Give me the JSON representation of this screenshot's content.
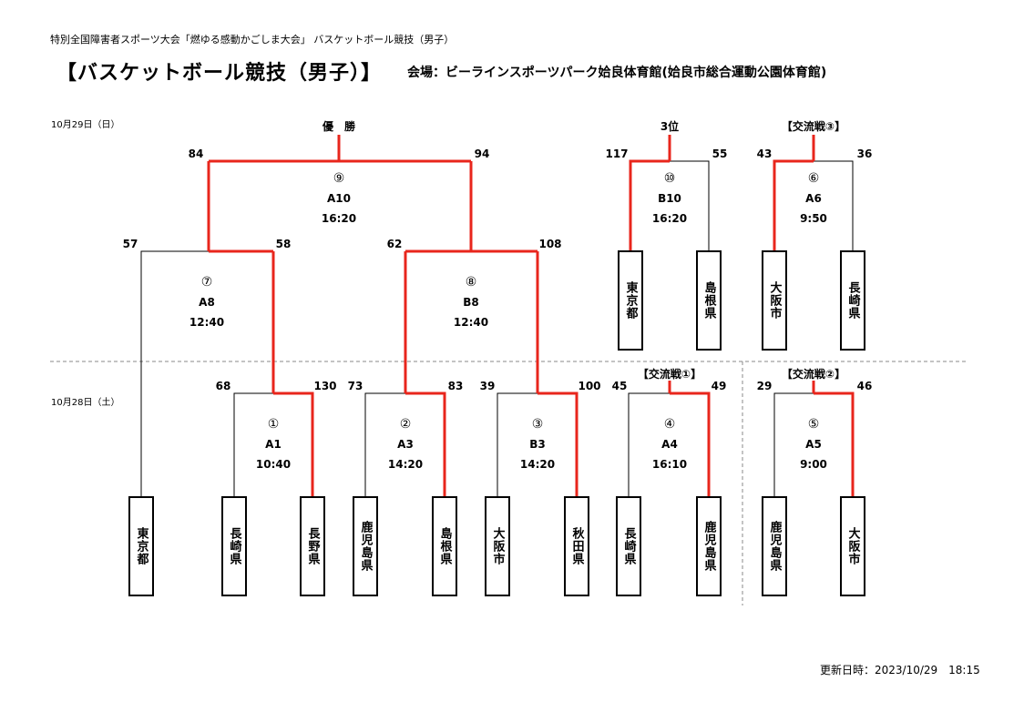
{
  "header": {
    "top_note": "特別全国障害者スポーツ大会「燃ゆる感動かごしま大会」 バスケットボール競技（男子）",
    "title": "【バスケットボール競技（男子）】",
    "venue": "会場：ビーラインスポーツパーク姶良体育館(姶良市総合運動公園体育館)"
  },
  "dates": {
    "day2": "10月29日（日）",
    "day1": "10月28日（土）"
  },
  "labels": {
    "champion": "優　勝",
    "third": "3位",
    "exchange1": "【交流戦①】",
    "exchange2": "【交流戦②】",
    "exchange3": "【交流戦③】"
  },
  "teams": {
    "t1": "東京都",
    "t2": "長崎県",
    "t3": "長野県",
    "t4": "鹿児島県",
    "t5": "島根県",
    "t6": "大阪市",
    "t7": "秋田県",
    "t8": "長崎県",
    "t9": "鹿児島県",
    "t10": "鹿児島県",
    "t11": "大阪市",
    "t12": "東京都",
    "t13": "島根県",
    "t14": "大阪市",
    "t15": "長崎県"
  },
  "games": {
    "g1": {
      "num": "①",
      "court": "A1",
      "time": "10:40",
      "left": "68",
      "right": "130"
    },
    "g2": {
      "num": "②",
      "court": "A3",
      "time": "14:20",
      "left": "73",
      "right": "83"
    },
    "g3": {
      "num": "③",
      "court": "B3",
      "time": "14:20",
      "left": "39",
      "right": "100"
    },
    "g4": {
      "num": "④",
      "court": "A4",
      "time": "16:10",
      "left": "45",
      "right": "49"
    },
    "g5": {
      "num": "⑤",
      "court": "A5",
      "time": "9:00",
      "left": "29",
      "right": "46"
    },
    "g6": {
      "num": "⑥",
      "court": "A6",
      "time": "9:50",
      "left": "43",
      "right": "36"
    },
    "g7": {
      "num": "⑦",
      "court": "A8",
      "time": "12:40",
      "left": "57",
      "right": "58"
    },
    "g8": {
      "num": "⑧",
      "court": "B8",
      "time": "12:40",
      "left": "62",
      "right": "108"
    },
    "g9": {
      "num": "⑨",
      "court": "A10",
      "time": "16:20",
      "left": "84",
      "right": "94"
    },
    "g10": {
      "num": "⑩",
      "court": "B10",
      "time": "16:20",
      "left": "117",
      "right": "55"
    }
  },
  "footer": {
    "updated": "更新日時：2023/10/29　18:15"
  },
  "colors": {
    "winner": "#e8261c",
    "line": "#000000",
    "divider": "#888888"
  }
}
